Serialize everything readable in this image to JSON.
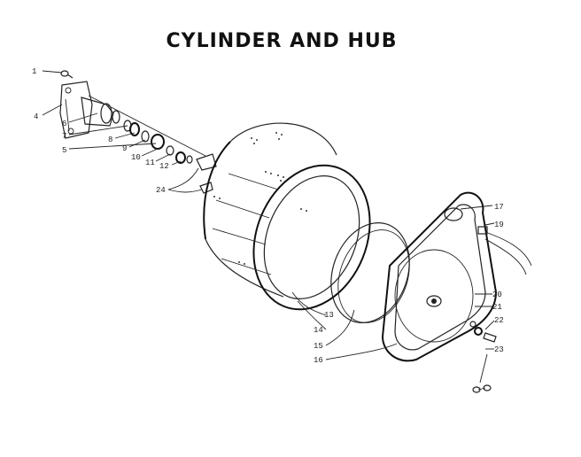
{
  "title": "CYLINDER AND HUB",
  "callouts": [
    {
      "id": "c1",
      "text": "1"
    },
    {
      "id": "c4",
      "text": "4"
    },
    {
      "id": "c6",
      "text": "6"
    },
    {
      "id": "c7",
      "text": "7"
    },
    {
      "id": "c8",
      "text": "8"
    },
    {
      "id": "c5",
      "text": "5"
    },
    {
      "id": "c9",
      "text": "9"
    },
    {
      "id": "c10",
      "text": "10"
    },
    {
      "id": "c11",
      "text": "11"
    },
    {
      "id": "c12",
      "text": "12"
    },
    {
      "id": "c24",
      "text": "24"
    },
    {
      "id": "c13",
      "text": "13"
    },
    {
      "id": "c14",
      "text": "14"
    },
    {
      "id": "c15",
      "text": "15"
    },
    {
      "id": "c16",
      "text": "16"
    },
    {
      "id": "c17",
      "text": "17"
    },
    {
      "id": "c19",
      "text": "19"
    },
    {
      "id": "c20",
      "text": "20"
    },
    {
      "id": "c21",
      "text": "21"
    },
    {
      "id": "c22",
      "text": "22"
    },
    {
      "id": "c23",
      "text": "23"
    }
  ]
}
